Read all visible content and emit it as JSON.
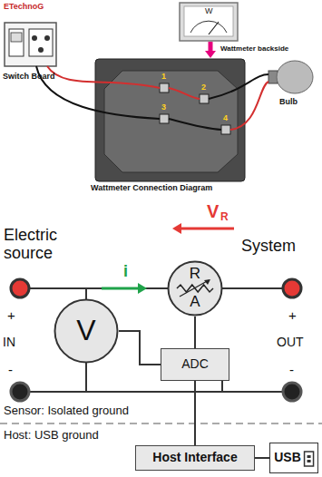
{
  "diagram": {
    "nodes": [
      {
        "text": [
          "R",
          "A"
        ]
      },
      {
        "text": [
          "V"
        ]
      },
      {
        "text": [
          "ADC"
        ]
      },
      {
        "text": [
          "Host Interface"
        ]
      },
      {
        "text": [
          "USB"
        ]
      }
    ],
    "edges": [
      {
        "from": 1,
        "to": 2,
        "arrow": "none"
      },
      {
        "from": 0,
        "to": 2,
        "arrow": "none"
      },
      {
        "from": 2,
        "to": 3,
        "arrow": "none"
      },
      {
        "from": 3,
        "to": 4,
        "arrow": "none"
      }
    ],
    "labels": [
      "ETechnoG",
      "W",
      "Wattmeter backside",
      "Switch Board",
      "Bulb",
      "1",
      "2",
      "3",
      "4",
      "Wattmeter Connection Diagram",
      "V",
      "R",
      "Electric source",
      "System",
      "i",
      "+",
      "IN",
      "-",
      "+",
      "OUT",
      "-",
      "Sensor: Isolated ground",
      "Host: USB ground"
    ]
  }
}
